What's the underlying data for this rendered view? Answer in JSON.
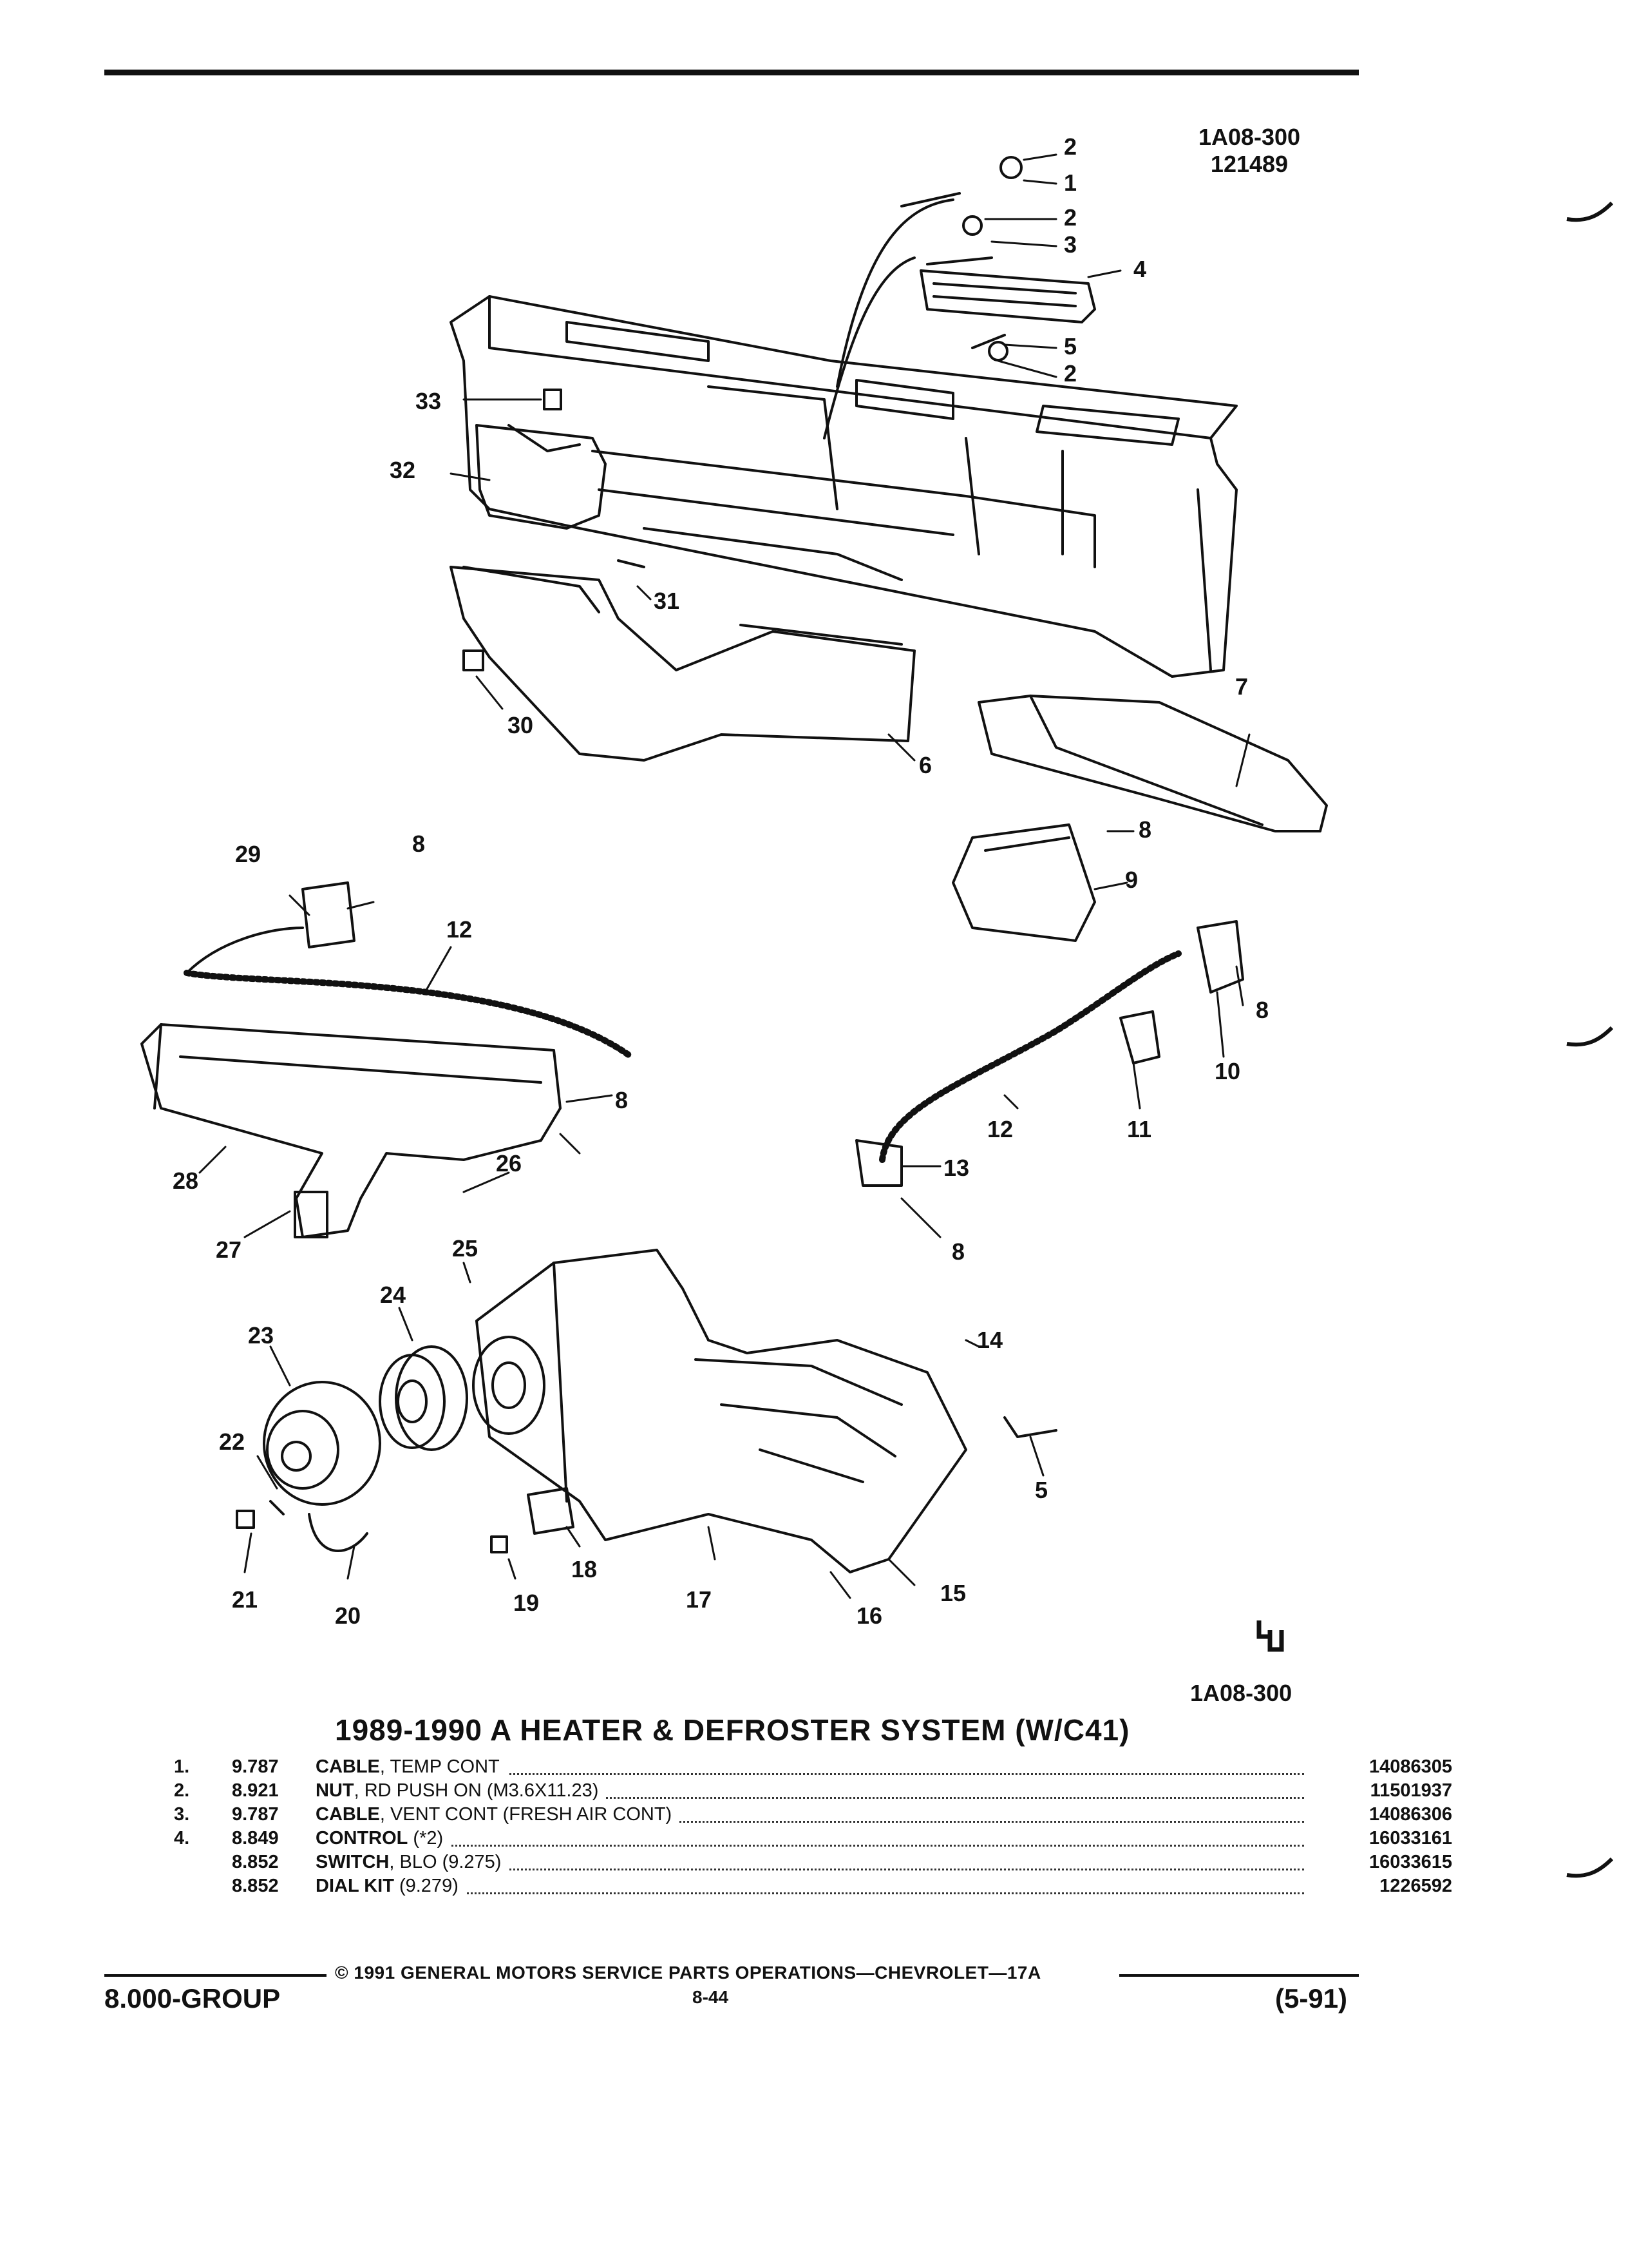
{
  "header": {
    "diagram_code": "1A08-300",
    "diagram_date": "121489"
  },
  "diagram": {
    "callouts": [
      "1",
      "2",
      "3",
      "4",
      "5",
      "6",
      "7",
      "8",
      "9",
      "10",
      "11",
      "12",
      "13",
      "14",
      "15",
      "16",
      "17",
      "18",
      "19",
      "20",
      "21",
      "22",
      "23",
      "24",
      "25",
      "26",
      "27",
      "28",
      "29",
      "30",
      "31",
      "32",
      "33"
    ],
    "footer_code": "1A08-300"
  },
  "section": {
    "title": "1989-1990 A HEATER & DEFROSTER SYSTEM (W/C41)"
  },
  "parts": [
    {
      "num": "1.",
      "level": "9.787",
      "name": "CABLE",
      "spec": ", TEMP CONT",
      "part_no": "14086305"
    },
    {
      "num": "2.",
      "level": "8.921",
      "name": "NUT",
      "spec": ", RD PUSH ON (M3.6X11.23)",
      "part_no": "11501937"
    },
    {
      "num": "3.",
      "level": "9.787",
      "name": "CABLE",
      "spec": ", VENT CONT (FRESH AIR CONT)",
      "part_no": "14086306"
    },
    {
      "num": "4.",
      "level": "8.849",
      "name": "CONTROL",
      "spec": " (*2)",
      "part_no": "16033161"
    },
    {
      "num": "",
      "level": "8.852",
      "name": "SWITCH",
      "spec": ", BLO (9.275)",
      "part_no": "16033615"
    },
    {
      "num": "",
      "level": "8.852",
      "name": "DIAL KIT",
      "spec": " (9.279)",
      "part_no": "1226592"
    }
  ],
  "footer": {
    "copyright": "© 1991 GENERAL MOTORS SERVICE PARTS OPERATIONS—CHEVROLET—17A",
    "group": "8.000-GROUP",
    "page": "8-44",
    "revision": "(5-91)"
  }
}
